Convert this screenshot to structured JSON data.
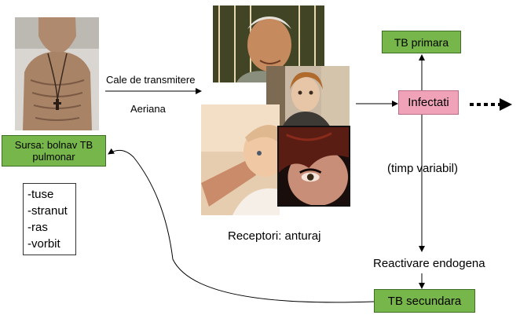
{
  "source_box": {
    "label": "Sursa: bolnav TB pulmonar",
    "color": "#77b64a"
  },
  "transmission": {
    "route_title": "Cale de transmitere",
    "route_value": "Aeriana"
  },
  "symptoms": [
    "-tuse",
    "-stranut",
    "-ras",
    "-vorbit"
  ],
  "receptors_label": "Receptori:  anturaj",
  "infected_box": {
    "label": "Infectati",
    "color": "#f0a3b8"
  },
  "primary_box": {
    "label": "TB primara",
    "color": "#77b64a"
  },
  "time_label": "(timp variabil)",
  "reactivation_label": "Reactivare endogena",
  "secondary_box": {
    "label": "TB secundara",
    "color": "#77b64a"
  }
}
